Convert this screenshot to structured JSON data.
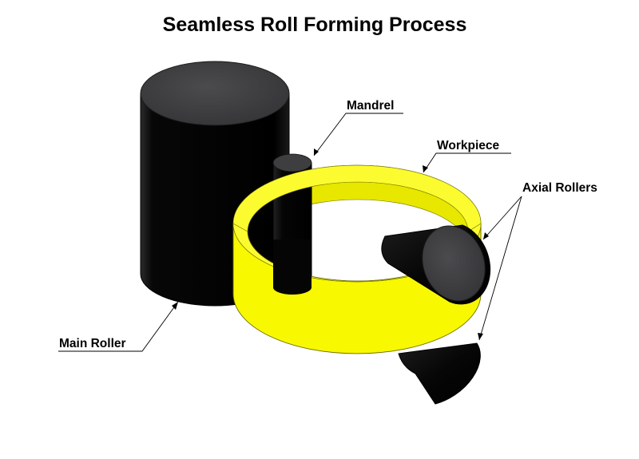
{
  "title": "Seamless Roll Forming Process",
  "labels": {
    "mandrel": "Mandrel",
    "workpiece": "Workpiece",
    "axial_rollers": "Axial Rollers",
    "main_roller": "Main Roller"
  },
  "colors": {
    "workpiece": "#f5f500",
    "rollers": "#050505",
    "roller_top": "#444446"
  }
}
